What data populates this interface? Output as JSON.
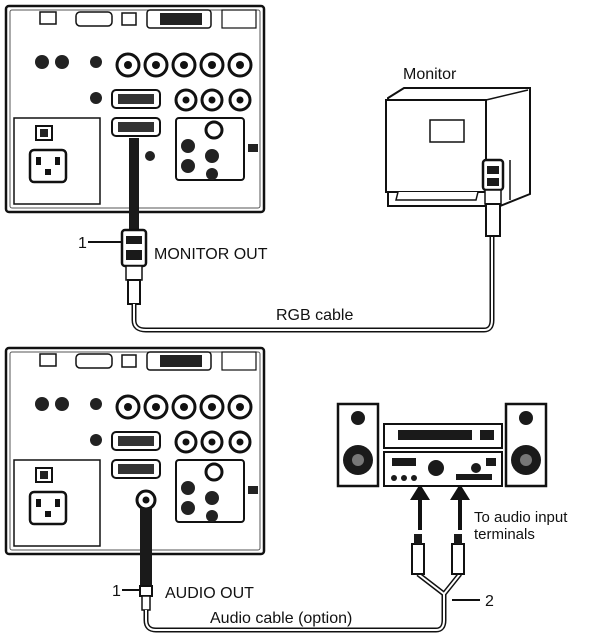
{
  "labels": {
    "monitor": "Monitor",
    "callout_1_top": "1",
    "monitor_out": "MONITOR OUT",
    "rgb_cable": "RGB cable",
    "callout_1_bottom": "1",
    "audio_out": "AUDIO OUT",
    "audio_cable": "Audio cable (option)",
    "callout_2": "2",
    "to_audio_line1": "To audio input",
    "to_audio_line2": "terminals"
  },
  "colors": {
    "ink": "#111111",
    "panel_fill": "#ffffff",
    "dark": "#1a1a1a",
    "mid": "#7a7a7a",
    "light": "#d9d9d9"
  }
}
